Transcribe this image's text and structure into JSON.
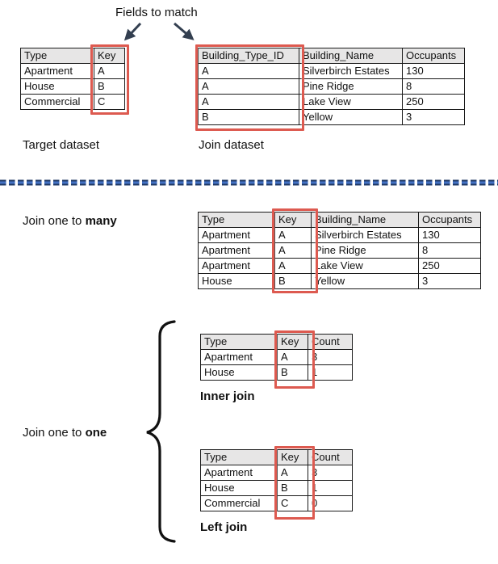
{
  "annotation": {
    "title": "Fields to match"
  },
  "datasets": {
    "target": {
      "caption": "Target dataset",
      "headers": [
        "Type",
        "Key"
      ],
      "rows": [
        [
          "Apartment",
          "A"
        ],
        [
          "House",
          "B"
        ],
        [
          "Commercial",
          "C"
        ]
      ]
    },
    "join": {
      "caption": "Join dataset",
      "headers": [
        "Building_Type_ID",
        "Building_Name",
        "Occupants"
      ],
      "rows": [
        [
          "A",
          "Silverbirch Estates",
          "130"
        ],
        [
          "A",
          "Pine Ridge",
          "8"
        ],
        [
          "A",
          "Lake View",
          "250"
        ],
        [
          "B",
          "Yellow",
          "3"
        ]
      ]
    }
  },
  "results": {
    "one_to_many": {
      "label_prefix": "Join one to ",
      "label_emphasis": "many",
      "headers": [
        "Type",
        "Key",
        "Building_Name",
        "Occupants"
      ],
      "rows": [
        [
          "Apartment",
          "A",
          "Silverbirch Estates",
          "130"
        ],
        [
          "Apartment",
          "A",
          "Pine Ridge",
          "8"
        ],
        [
          "Apartment",
          "A",
          "Lake View",
          "250"
        ],
        [
          "House",
          "B",
          "Yellow",
          "3"
        ]
      ]
    },
    "one_to_one": {
      "label_prefix": "Join one to ",
      "label_emphasis": "one",
      "inner": {
        "caption": "Inner join",
        "headers": [
          "Type",
          "Key",
          "Count"
        ],
        "rows": [
          [
            "Apartment",
            "A",
            "3"
          ],
          [
            "House",
            "B",
            "1"
          ]
        ]
      },
      "left": {
        "caption": "Left join",
        "headers": [
          "Type",
          "Key",
          "Count"
        ],
        "rows": [
          [
            "Apartment",
            "A",
            "3"
          ],
          [
            "House",
            "B",
            "1"
          ],
          [
            "Commercial",
            "C",
            "0"
          ]
        ]
      }
    }
  },
  "colors": {
    "highlight_red": "#dd5a50",
    "arrow_navy": "#333f50",
    "divider_dark": "#1f3864",
    "divider_blue": "#4472c4",
    "table_header_bg": "#e7e6e6"
  }
}
